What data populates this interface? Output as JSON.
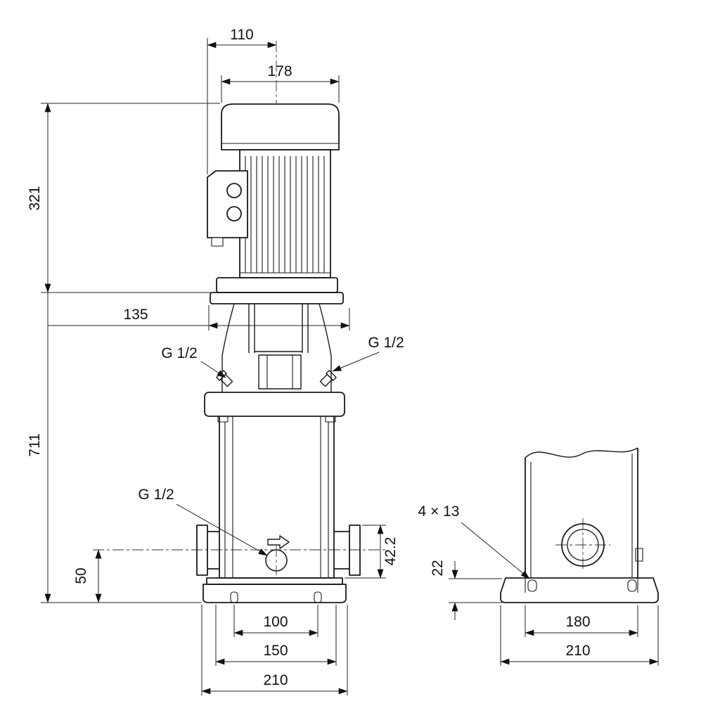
{
  "page": {
    "background": "#ffffff",
    "line_color": "#1a1a1a",
    "kind": "pump-dimensional-drawing"
  },
  "front_view": {
    "dims": {
      "d110": "110",
      "d178": "178",
      "d321": "321",
      "d135": "135",
      "d711": "711",
      "d42_2": "42.2",
      "d50": "50",
      "d100": "100",
      "d150": "150",
      "d210": "210"
    },
    "ports": {
      "vent_left": "G 1/2",
      "vent_right": "G 1/2",
      "drain": "G 1/2"
    }
  },
  "side_view": {
    "dims": {
      "holes": "4 × 13",
      "d22": "22",
      "d180": "180",
      "d210": "210"
    }
  }
}
